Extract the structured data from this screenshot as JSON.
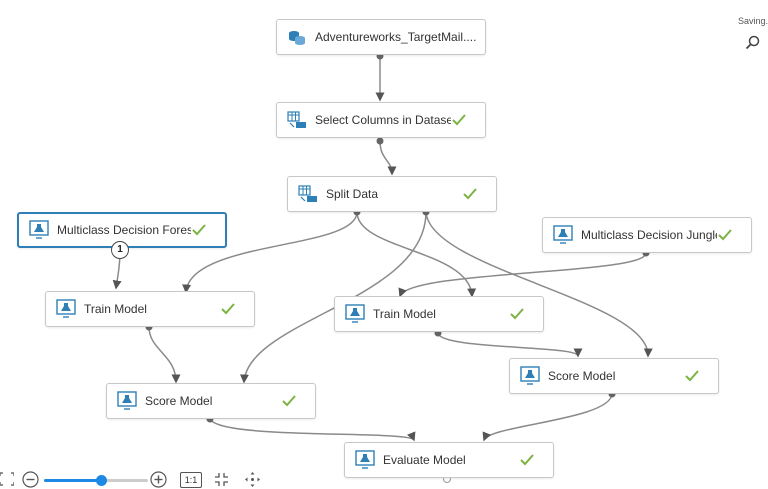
{
  "status": {
    "saving_label": "Saving..."
  },
  "nodes": [
    {
      "label": "Adventureworks_TargetMail....",
      "icon": "dataset-icon",
      "done": false
    },
    {
      "label": "Select Columns in Dataset",
      "icon": "table-transform-icon",
      "done": true
    },
    {
      "label": "Split Data",
      "icon": "table-transform-icon",
      "done": true
    },
    {
      "label": "Multiclass Decision Forest",
      "icon": "flask-monitor-icon",
      "done": true,
      "selected": true,
      "port_number": "1"
    },
    {
      "label": "Multiclass Decision Jungle",
      "icon": "flask-monitor-icon",
      "done": true
    },
    {
      "label": "Train Model",
      "icon": "flask-monitor-icon",
      "done": true
    },
    {
      "label": "Train Model",
      "icon": "flask-monitor-icon",
      "done": true
    },
    {
      "label": "Score Model",
      "icon": "flask-monitor-icon",
      "done": true
    },
    {
      "label": "Score Model",
      "icon": "flask-monitor-icon",
      "done": true
    },
    {
      "label": "Evaluate Model",
      "icon": "flask-monitor-icon",
      "done": true
    }
  ],
  "toolbar": {
    "zoom_level": 0.55,
    "actual_size_label": "1:1",
    "icons": [
      "fit-screen-icon",
      "zoom-out-icon",
      "zoom-in-icon",
      "fit-to-view-icon",
      "pan-icon"
    ]
  },
  "colors": {
    "check": "#7cb342",
    "selected_border": "#2d7fb6",
    "slider": "#1e88e5"
  }
}
